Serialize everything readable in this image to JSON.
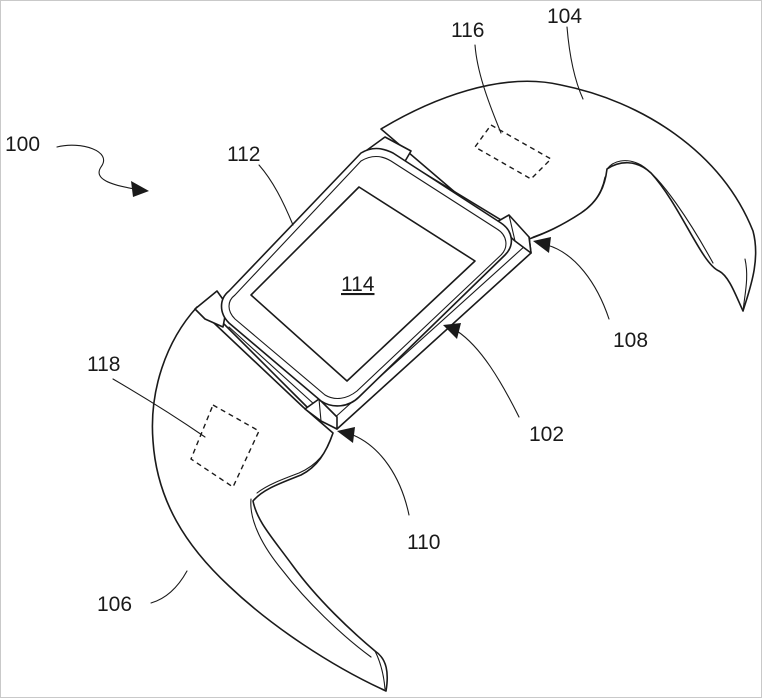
{
  "labels": {
    "l100": "100",
    "l102": "102",
    "l104": "104",
    "l106": "106",
    "l108": "108",
    "l110": "110",
    "l112": "112",
    "l114": "114",
    "l116": "116",
    "l118": "118"
  },
  "colors": {
    "line": "#1a1a1a",
    "background": "#ffffff",
    "frame": "#c9c9c9"
  }
}
